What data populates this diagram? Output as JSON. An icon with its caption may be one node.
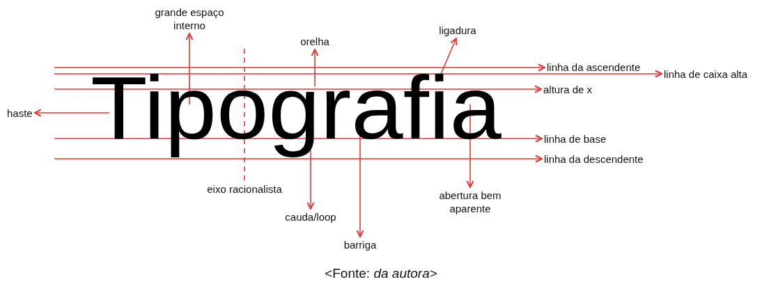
{
  "diagram": {
    "caption": "<Fonte: *da autora*>",
    "nodes": [
      {
        "text": [
          "Tipografia"
        ]
      },
      {
        "text": [
          "grande espaço interno"
        ]
      },
      {
        "text": [
          "ligadura"
        ]
      },
      {
        "text": [
          "orelha"
        ]
      },
      {
        "text": [
          "linha da ascendente"
        ]
      },
      {
        "text": [
          "linha de caixa alta"
        ]
      },
      {
        "text": [
          "altura de x"
        ]
      },
      {
        "text": [
          "haste"
        ]
      },
      {
        "text": [
          "linha de base"
        ]
      },
      {
        "text": [
          "linha da descendente"
        ]
      },
      {
        "text": [
          "eixo racionalista"
        ]
      },
      {
        "text": [
          "abertura bem aparente"
        ]
      },
      {
        "text": [
          "cauda/loop"
        ]
      },
      {
        "text": [
          "barriga"
        ]
      }
    ],
    "edges": [
      {
        "from": 0,
        "to": 1,
        "arrow": "to"
      },
      {
        "from": 0,
        "to": 2,
        "arrow": "to"
      },
      {
        "from": 0,
        "to": 3,
        "arrow": "to"
      },
      {
        "from": null,
        "to": 4,
        "arrow": "to"
      },
      {
        "from": null,
        "to": 5,
        "arrow": "to"
      },
      {
        "from": null,
        "to": 6,
        "arrow": "to"
      },
      {
        "from": 0,
        "to": 7,
        "arrow": "to"
      },
      {
        "from": null,
        "to": 8,
        "arrow": "to"
      },
      {
        "from": null,
        "to": 9,
        "arrow": "to"
      },
      {
        "from": null,
        "to": 10,
        "arrow": "none",
        "style": "dashed"
      },
      {
        "from": 0,
        "to": 11,
        "arrow": "to"
      },
      {
        "from": 0,
        "to": 12,
        "arrow": "to"
      },
      {
        "from": 0,
        "to": 13,
        "arrow": "to"
      }
    ]
  }
}
